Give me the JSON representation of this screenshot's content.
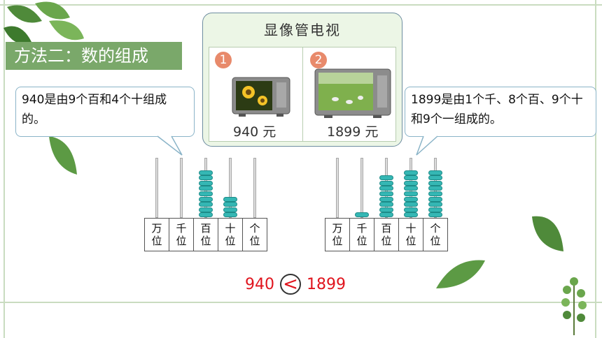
{
  "method_title": "方法二：数的组成",
  "bubble_left": "940是由9个百和4个十组成的。",
  "bubble_right": "1899是由1个千、8个百、9个十和9个一组成的。",
  "tv_panel": {
    "title": "显像管电视",
    "items": [
      {
        "number": "1",
        "price": "940 元"
      },
      {
        "number": "2",
        "price": "1899 元"
      }
    ]
  },
  "abacus_left": {
    "places": [
      {
        "top": "万",
        "bottom": "位",
        "beads": 0
      },
      {
        "top": "千",
        "bottom": "位",
        "beads": 0
      },
      {
        "top": "百",
        "bottom": "位",
        "beads": 9
      },
      {
        "top": "十",
        "bottom": "位",
        "beads": 4
      },
      {
        "top": "个",
        "bottom": "位",
        "beads": 0
      }
    ]
  },
  "abacus_right": {
    "places": [
      {
        "top": "万",
        "bottom": "位",
        "beads": 0
      },
      {
        "top": "千",
        "bottom": "位",
        "beads": 1
      },
      {
        "top": "百",
        "bottom": "位",
        "beads": 8
      },
      {
        "top": "十",
        "bottom": "位",
        "beads": 9
      },
      {
        "top": "个",
        "bottom": "位",
        "beads": 9
      }
    ]
  },
  "comparison": {
    "left": "940",
    "symbol": "<",
    "right": "1899"
  },
  "colors": {
    "title_bg": "#7aa86a",
    "bead": "#35b7b4",
    "compare_red": "#e0141d"
  }
}
